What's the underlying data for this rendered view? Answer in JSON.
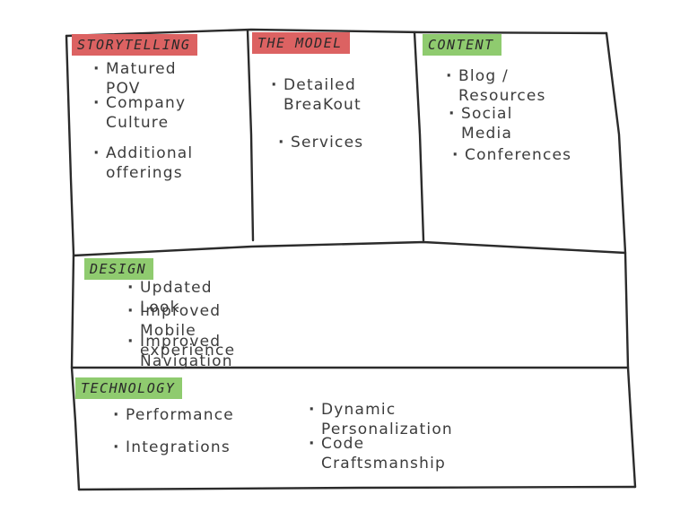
{
  "sections": {
    "storytelling": {
      "label": "STORYTELLING",
      "label_color": "#dc6262",
      "items": [
        "Matured POV",
        "Company Culture",
        "Additional offerings"
      ]
    },
    "model": {
      "label": "THE MODEL",
      "label_color": "#dc6262",
      "items": [
        "Detailed BreaKout",
        "Services"
      ]
    },
    "content": {
      "label": "CONTENT",
      "label_color": "#8fcb6f",
      "items": [
        "Blog / Resources",
        "Social Media",
        "Conferences"
      ]
    },
    "design": {
      "label": "DESIGN",
      "label_color": "#8fcb6f",
      "items": [
        "Updated Look",
        "Improved Mobile experience",
        "Improved Navigation"
      ]
    },
    "technology": {
      "label": "TECHNOLOGY",
      "label_color": "#8fcb6f",
      "items": [
        "Performance",
        "Integrations",
        "Dynamic Personalization",
        "Code Craftsmanship"
      ]
    }
  },
  "colors": {
    "line": "#2b2b2b",
    "red_highlight": "#dc6262",
    "green_highlight": "#8fcb6f"
  }
}
